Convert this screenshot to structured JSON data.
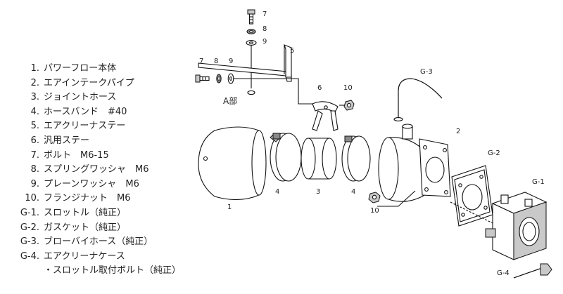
{
  "parts": [
    {
      "num": "1.",
      "name": "パワーフロー本体"
    },
    {
      "num": "2.",
      "name": "エアインテークパイプ"
    },
    {
      "num": "3.",
      "name": "ジョイントホース"
    },
    {
      "num": "4.",
      "name": "ホースバンド　#40"
    },
    {
      "num": "5.",
      "name": "エアクリーナステー"
    },
    {
      "num": "6.",
      "name": "汎用ステー"
    },
    {
      "num": "7.",
      "name": "ボルト　M6-15"
    },
    {
      "num": "8.",
      "name": "スプリングワッシャ　M6"
    },
    {
      "num": "9.",
      "name": "プレーンワッシャ　M6"
    },
    {
      "num": "10.",
      "name": "フランジナット　M6"
    },
    {
      "num": "G-1.",
      "name": "スロットル（純正）"
    },
    {
      "num": "G-2.",
      "name": "ガスケット（純正）"
    },
    {
      "num": "G-3.",
      "name": "ブローバイホース（純正）"
    },
    {
      "num": "G-4.",
      "name": "エアクリーナケース"
    }
  ],
  "parts_note": "・スロットル取付ボルト（純正）",
  "callouts": {
    "bolt_top": "7",
    "spring_washer_top": "8",
    "plain_washer_top": "9",
    "stay_5": "5",
    "bolt_side": "7",
    "spring_washer_side": "8",
    "plain_washer_side": "9",
    "detail_a": "A部",
    "stay_6": "6",
    "nut_top": "10",
    "blowby_hose": "G-3",
    "intake_pipe": "2",
    "gasket": "G-2",
    "throttle": "G-1",
    "throttle_bolt": "G-4",
    "nut_bottom": "10",
    "power_flow": "1",
    "band_left": "4",
    "joint_hose": "3",
    "band_right": "4"
  }
}
